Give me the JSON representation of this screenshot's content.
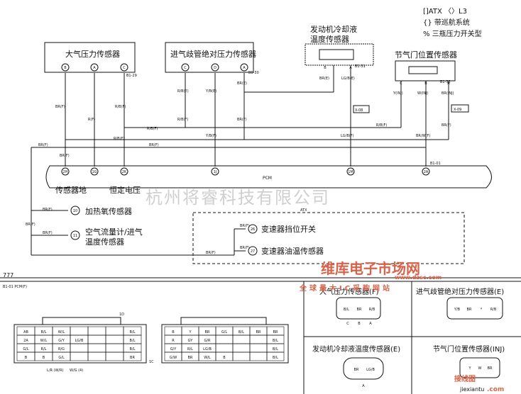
{
  "legend": [
    "[]ATX 〈〉L3",
    "{} 带巡航系统",
    "% 三瓶压力开关型"
  ],
  "components": {
    "baro": "大气压力传感器",
    "map": "进气歧管绝对压力传感器",
    "ect_line1": "发动机冷却液",
    "ect_line2": "温度传感器",
    "tps": "节气门位置传感器",
    "pcm": "PCM"
  },
  "terminals": {
    "baro": [
      "B",
      "A",
      "C"
    ],
    "map": [
      "C",
      "D",
      "A"
    ],
    "ect": [
      "B",
      "A"
    ],
    "tps": [
      "C",
      "B",
      "A"
    ]
  },
  "connector_ids": {
    "baro": "B1-29",
    "map": "B1-30",
    "ect": "B1-31",
    "tps": "B1-32",
    "pcm": "B1-01",
    "x08": "X-08",
    "x09": "X-09",
    "pcm_full": "B1-01 PCM(F)"
  },
  "wires": {
    "br_e": "BR(E)",
    "br_f": "BR(F)",
    "r_b_e": "R/B(E)",
    "r_b_f": "R/B(F)",
    "y_b_e": "Y/B(E)",
    "y_b_f": "Y/B(F)",
    "lg_b_e": "LG/B(E)",
    "lg_b_f": "LG/B(F)",
    "y_inj": "Y(INJ)",
    "w_inj": "W(INJ)",
    "br_inj": "BR(INJ)",
    "br_w_f": "BR/W(F)",
    "r_f": "R(F)"
  },
  "pins": {
    "p2h": "2H",
    "p1g": "1G",
    "p2k": "2K",
    "p1j": "1J",
    "p1m": "1M",
    "p2a": "2A",
    "p10": "10",
    "p11": "11",
    "p26": "26",
    "p27": "27"
  },
  "labels": {
    "sensor_ground": "传感器地",
    "const_voltage": "恒定电压",
    "o2_heater": "加热氧传感器",
    "maf_line1": "空气流量计/进气",
    "maf_line2": "温度传感器",
    "atx": "ATX",
    "trans_range": "变速器挡位开关",
    "trans_fluid": "变速器油温传感器",
    "ground_sym": "777"
  },
  "connector_views": {
    "baro_title": "大气压力传感器(F)",
    "map_title": "进气歧管绝对压力传感器(E)",
    "ect_title": "发动机冷却液温度传感器(E)",
    "tps_title": "节气门位置传感器(INJ)",
    "baro_pins": [
      "B/L",
      "BR",
      "R/B"
    ],
    "map_pins": [
      "Y/B",
      "BR",
      "*",
      "R/B"
    ],
    "ect_pins": [
      "BR",
      "LG/B"
    ],
    "tps_pins": [
      "Y",
      "W",
      "BR"
    ],
    "letters_cba": [
      "C",
      "B",
      "A"
    ],
    "letters_a": "A"
  },
  "pcm_pinout_left": {
    "rows": [
      [
        "AB",
        "B/L",
        "W/L",
        "",
        "",
        "",
        "B/L"
      ],
      [
        "2A",
        "W/L",
        "G/Y",
        "LG/B",
        "",
        "",
        "B/L"
      ],
      [
        "G/L",
        "R/L",
        "R/G",
        "",
        "",
        "",
        "B/L"
      ],
      [
        "B",
        "B",
        "G/L",
        "",
        "",
        "",
        "BR"
      ]
    ],
    "bottom_left": "L/R (W/R)",
    "bottom_mid": "W/G (4)",
    "side_1d": "1D",
    "side_1c": "1C"
  },
  "pcm_pinout_right": {
    "rows": [
      [
        "B",
        "Y",
        "BR",
        "G/L",
        "B/L",
        "BR",
        "BR"
      ],
      [
        "R",
        "GY",
        "G/R",
        "",
        "",
        "",
        "B/L"
      ],
      [
        "G/Y",
        "R/L",
        "LG/B",
        "",
        "",
        "",
        "B/L"
      ],
      [
        "G/W",
        "BR",
        "W/L",
        "B",
        "",
        "",
        "B/L"
      ]
    ]
  },
  "watermarks": {
    "company": "杭州将睿科技有限公司",
    "brand_cn": "维库电子市场网",
    "brand_url": "www.dzsc.com",
    "brand_slogan": "全球最大IC采购网站",
    "footer_brand": "接线图",
    "footer_url": "jiexiantu",
    "footer_com": ".com"
  },
  "colors": {
    "line": "#111111",
    "watermark": "#cfcfcf",
    "brand": "#d9634a"
  }
}
